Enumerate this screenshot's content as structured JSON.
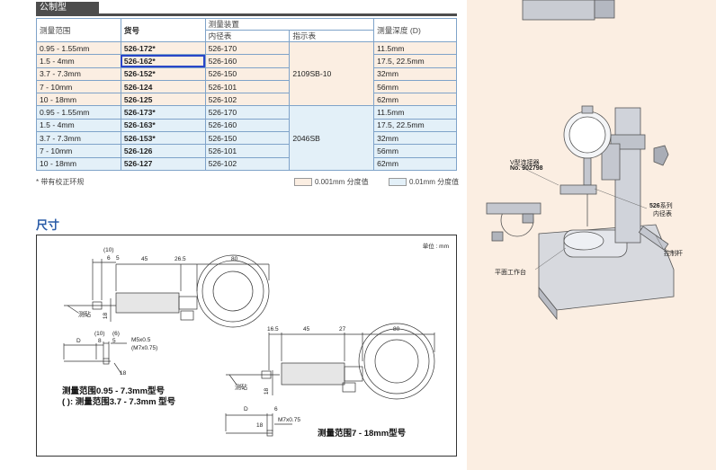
{
  "section_title": "公制型",
  "table": {
    "headers": {
      "range": "测量范围",
      "code": "货号",
      "device": "测量装置",
      "depth": "测量深度 (D)",
      "bore": "内径表",
      "indicator": "指示表"
    },
    "group1": {
      "indicator": "2109SB-10",
      "rows": [
        {
          "range": "0.95 - 1.55mm",
          "code": "526-172*",
          "bore": "526-170",
          "depth": "11.5mm"
        },
        {
          "range": "1.5 - 4mm",
          "code": "526-162*",
          "bore": "526-160",
          "depth": "17.5, 22.5mm"
        },
        {
          "range": "3.7 - 7.3mm",
          "code": "526-152*",
          "bore": "526-150",
          "depth": "32mm"
        },
        {
          "range": "7 - 10mm",
          "code": "526-124",
          "bore": "526-101",
          "depth": "56mm"
        },
        {
          "range": "10 - 18mm",
          "code": "526-125",
          "bore": "526-102",
          "depth": "62mm"
        }
      ]
    },
    "group2": {
      "indicator": "2046SB",
      "rows": [
        {
          "range": "0.95 - 1.55mm",
          "code": "526-173*",
          "bore": "526-170",
          "depth": "11.5mm"
        },
        {
          "range": "1.5 - 4mm",
          "code": "526-163*",
          "bore": "526-160",
          "depth": "17.5, 22.5mm"
        },
        {
          "range": "3.7 - 7.3mm",
          "code": "526-153*",
          "bore": "526-150",
          "depth": "32mm"
        },
        {
          "range": "7 - 10mm",
          "code": "526-126",
          "bore": "526-101",
          "depth": "56mm"
        },
        {
          "range": "10 - 18mm",
          "code": "526-127",
          "bore": "526-102",
          "depth": "62mm"
        }
      ]
    }
  },
  "footnote": "* 带有校正环规",
  "legend": {
    "item1": "0.001mm 分度值",
    "item2": "0.01mm 分度值",
    "color1": "#fbeee2",
    "color2": "#e3f0f8"
  },
  "dimensions_title": "尺寸",
  "drawing": {
    "unit": "单位 : mm",
    "top": {
      "d10": "(10)",
      "d6": "6",
      "d5": "5",
      "d45": "45",
      "d26": "26.5",
      "d80": "80",
      "d18": "18",
      "anvil": "测砧"
    },
    "small": {
      "D": "D",
      "d10": "(10)",
      "d6": "(6)",
      "d8": "8",
      "d5": "5",
      "thread1": "M5x0.5",
      "thread2": "(M7x0.75)",
      "d18": "18"
    },
    "caption1": "测量范围0.95 - 7.3mm型号",
    "caption2": "( ): 测量范围3.7 - 7.3mm 型号",
    "right": {
      "d165": "16.5",
      "d45": "45",
      "d27": "27",
      "d80": "80",
      "d18": "18",
      "anvil": "测砧"
    },
    "small2": {
      "D": "D",
      "d6": "6",
      "thread": "M7x0.75",
      "d18": "18"
    },
    "caption3": "测量范围7 - 18mm型号"
  },
  "product": {
    "vconnector": "V型连接器",
    "vconnector_no": "No. 902798",
    "series": "526",
    "series_suffix": "系列",
    "bore_gauge": "内径表",
    "lever": "控制杆",
    "worktable": "平面工作台"
  }
}
